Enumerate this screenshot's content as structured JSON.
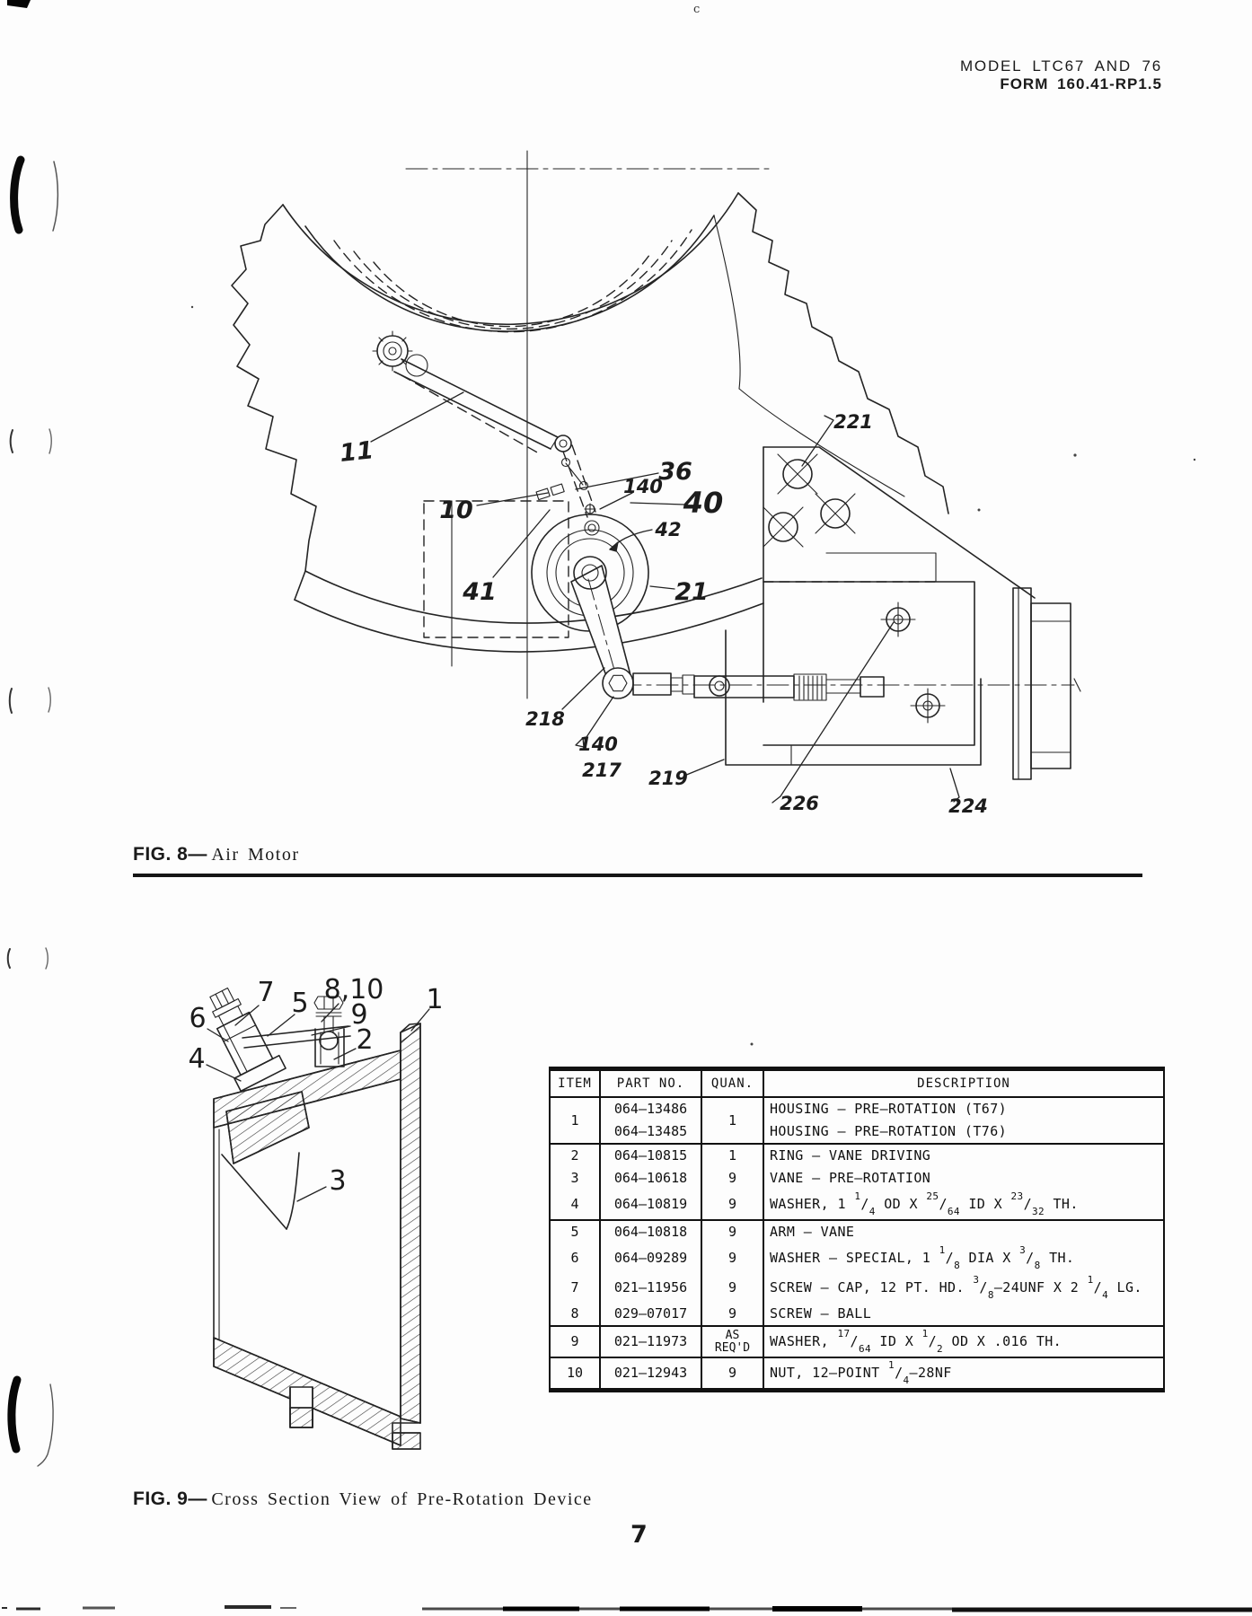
{
  "header": {
    "model_line": "MODEL LTC67 AND 76",
    "form_line": "FORM 160.41-RP1.5"
  },
  "page_number": "7",
  "artifacts": {
    "top_center_mark": "c"
  },
  "fig8": {
    "caption_label": "FIG. 8—",
    "caption_text": "Air Motor",
    "callouts": {
      "c11": "11",
      "c10": "10",
      "c36": "36",
      "c40": "40",
      "c41": "41",
      "c42": "42",
      "c21": "21",
      "c140a": "140",
      "c140b": "140",
      "c217": "217",
      "c218": "218",
      "c219": "219",
      "c221": "221",
      "c224": "224",
      "c226": "226"
    }
  },
  "fig9": {
    "caption_label": "FIG. 9—",
    "caption_text": "Cross Section View of Pre-Rotation Device",
    "callouts": {
      "c1": "1",
      "c2": "2",
      "c3": "3",
      "c4": "4",
      "c5": "5",
      "c6": "6",
      "c7": "7",
      "c810": "8,10",
      "c9": "9"
    }
  },
  "table": {
    "headers": [
      "ITEM",
      "PART NO.",
      "QUAN.",
      "DESCRIPTION"
    ],
    "rows": [
      {
        "item": "1",
        "part": "064–13486",
        "quan": "1",
        "desc": "HOUSING – PRE–ROTATION (T67)",
        "rowspan": 2,
        "sep": true
      },
      {
        "part": "064–13485",
        "desc": "HOUSING – PRE–ROTATION (T76)",
        "cont": true
      },
      {
        "item": "2",
        "part": "064–10815",
        "quan": "1",
        "desc": "RING – VANE DRIVING",
        "sep": true
      },
      {
        "item": "3",
        "part": "064–10618",
        "quan": "9",
        "desc": "VANE – PRE–ROTATION"
      },
      {
        "item": "4",
        "part": "064–10819",
        "quan": "9",
        "desc": "WASHER, 1 {1/4} OD X {25/64} ID X {23/32} TH."
      },
      {
        "item": "5",
        "part": "064–10818",
        "quan": "9",
        "desc": "ARM – VANE",
        "sep": true
      },
      {
        "item": "6",
        "part": "064–09289",
        "quan": "9",
        "desc": "WASHER – SPECIAL, 1 {1/8} DIA X {3/8} TH."
      },
      {
        "item": "7",
        "part": "021–11956",
        "quan": "9",
        "desc": "SCREW – CAP, 12 PT. HD. {3/8}–24UNF X 2 {1/4} LG."
      },
      {
        "item": "8",
        "part": "029–07017",
        "quan": "9",
        "desc": "SCREW – BALL"
      },
      {
        "item": "9",
        "part": "021–11973",
        "quan": "AS REQ'D",
        "desc": "WASHER, {17/64} ID X {1/2} OD X .016 TH.",
        "sep": true,
        "wrap": true
      },
      {
        "item": "10",
        "part": "021–12943",
        "quan": "9",
        "desc": "NUT, 12–POINT {1/4}–28NF",
        "sep": true,
        "last": true
      }
    ]
  }
}
